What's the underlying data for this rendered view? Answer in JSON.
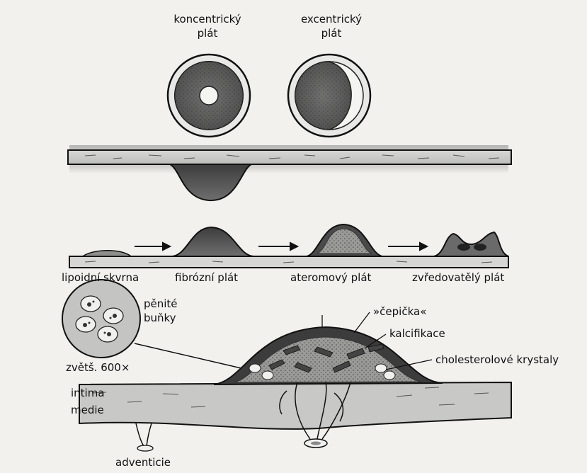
{
  "labels": {
    "concentric_line1": "koncentrický",
    "concentric_line2": "plát",
    "eccentric_line1": "excentrický",
    "eccentric_line2": "plát",
    "lipid_streak": "lipoidní skvrna",
    "fibrous_plaque": "fibrózní plát",
    "atheroma_plaque": "ateromový plát",
    "ulcerated_plaque": "zvředovatělý plát",
    "foam_cells_line1": "pěnité",
    "foam_cells_line2": "buňky",
    "magnification": "zvětš. 600×",
    "cap": "»čepička«",
    "calcification": "kalcifikace",
    "cholesterol_crystals": "cholesterolové krystaly",
    "intima": "intima",
    "media": "medie",
    "adventitia": "adventicie"
  },
  "colors": {
    "background": "#f2f1ee",
    "vessel_wall": "#cfcfcd",
    "plaque_dark": "#3a3a3a",
    "plaque_fill": "#8a8a88",
    "line": "#111111"
  }
}
